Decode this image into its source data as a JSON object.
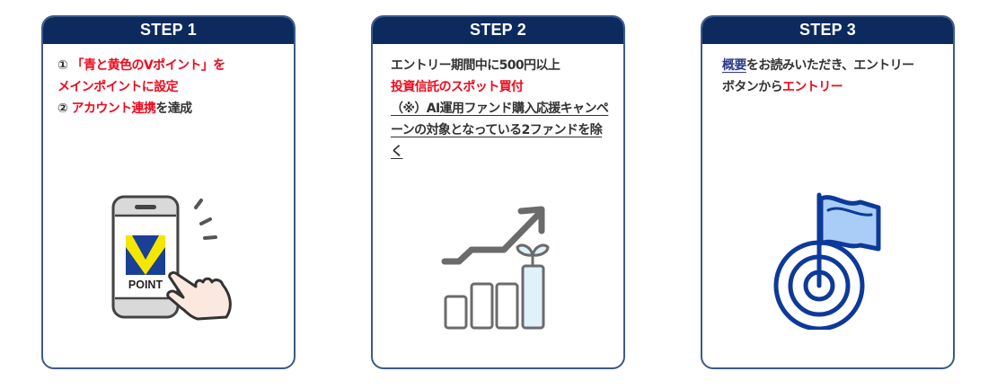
{
  "steps": [
    {
      "title": "STEP 1",
      "lines": {
        "l1_num": "①",
        "l1_red": "「青と黄色のVポイント」を",
        "l2_red": "メインポイントに設定",
        "l3_num": "②",
        "l3_red": "アカウント連携",
        "l3_dark": "を達成"
      },
      "illustration": "phone-vpoint-tap-icon",
      "logo_text": "POINT"
    },
    {
      "title": "STEP 2",
      "lines": {
        "l1_dark": "エントリー期間中に500円以上",
        "l2_red": "投資信託のスポット買付",
        "note": "（※）AI運用ファンド購入応援キャンペーンの対象となっている2ファンドを除く"
      },
      "illustration": "growth-chart-sprout-icon"
    },
    {
      "title": "STEP 3",
      "lines": {
        "link": "概要",
        "dark": "をお読みいただき、エントリーボタンから",
        "red": "エントリー"
      },
      "illustration": "target-flag-icon"
    }
  ],
  "colors": {
    "header_bg": "#0c2a5e",
    "border": "#3d5a8a",
    "accent_red": "#ee0a1c",
    "text": "#333333",
    "link": "#2a3a8c",
    "vpoint_blue": "#1a3f97",
    "vpoint_yellow": "#f5e600",
    "target_blue": "#0d3a9a",
    "flag_fill": "#a9cdf7"
  }
}
